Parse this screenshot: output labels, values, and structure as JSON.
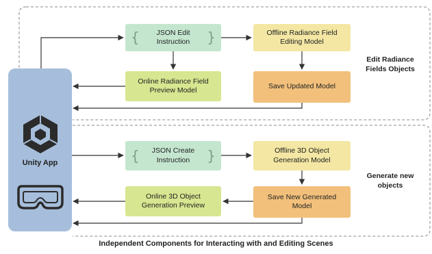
{
  "app": {
    "label": "Unity App"
  },
  "sections": {
    "edit": {
      "label": "Edit Radiance\nFields Objects",
      "instruction": "JSON Edit\nInstruction",
      "offline_model": "Offline Radiance Field\nEditing Model",
      "preview_model": "Online Radiance Field\nPreview Model",
      "save": "Save Updated Model"
    },
    "generate": {
      "label": "Generate new\nobjects",
      "instruction": "JSON Create\nInstruction",
      "offline_model": "Offline 3D Object\nGeneration Model",
      "preview_model": "Online 3D Object\nGeneration Preview",
      "save": "Save New Generated\nModel"
    }
  },
  "caption": "Independent Components for Interacting with and Editing Scenes",
  "colors": {
    "app_panel": "#a6bedb",
    "instruction": "#c4e6cf",
    "offline_model": "#f3e7a3",
    "preview_model": "#d7e690",
    "save": "#f2c07b"
  },
  "icons": [
    "unity-logo-icon",
    "vr-headset-icon"
  ]
}
